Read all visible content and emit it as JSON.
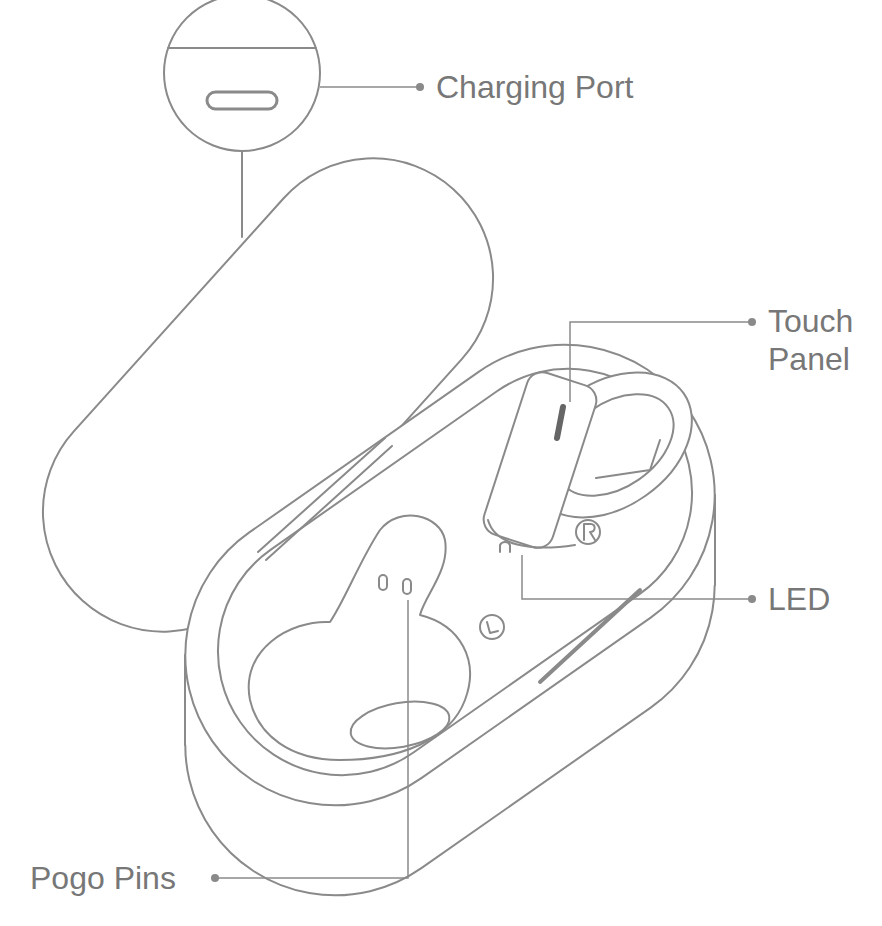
{
  "diagram": {
    "labels": [
      "Charging Port",
      "Touch Panel",
      "LED",
      "Pogo Pins"
    ]
  }
}
